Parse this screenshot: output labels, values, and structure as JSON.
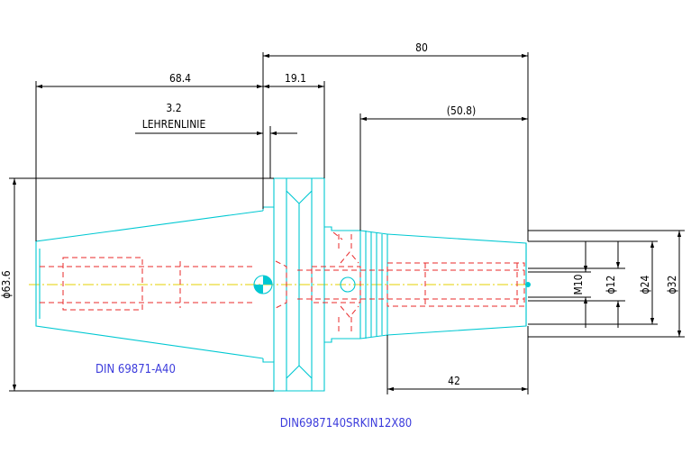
{
  "dimensions": {
    "total_length": "80",
    "taper_length": "68.4",
    "flange_width": "19.1",
    "gauge_offset": "3.2",
    "gauge_line_label": "LEHRENLINIE",
    "extension_length": "(50.8)",
    "bore_depth": "42",
    "flange_diameter": "ϕ63.6",
    "thread": "M10",
    "bore_diameter": "ϕ12",
    "nose_diameter": "ϕ24",
    "body_diameter": "ϕ32"
  },
  "labels": {
    "standard": "DIN 69871-A40",
    "part_number": "DIN6987140SRKIN12X80"
  },
  "colors": {
    "outline": "#00c8d2",
    "hidden": "#e8282a",
    "centerline": "#e6d200",
    "label": "#3c3cdc"
  }
}
